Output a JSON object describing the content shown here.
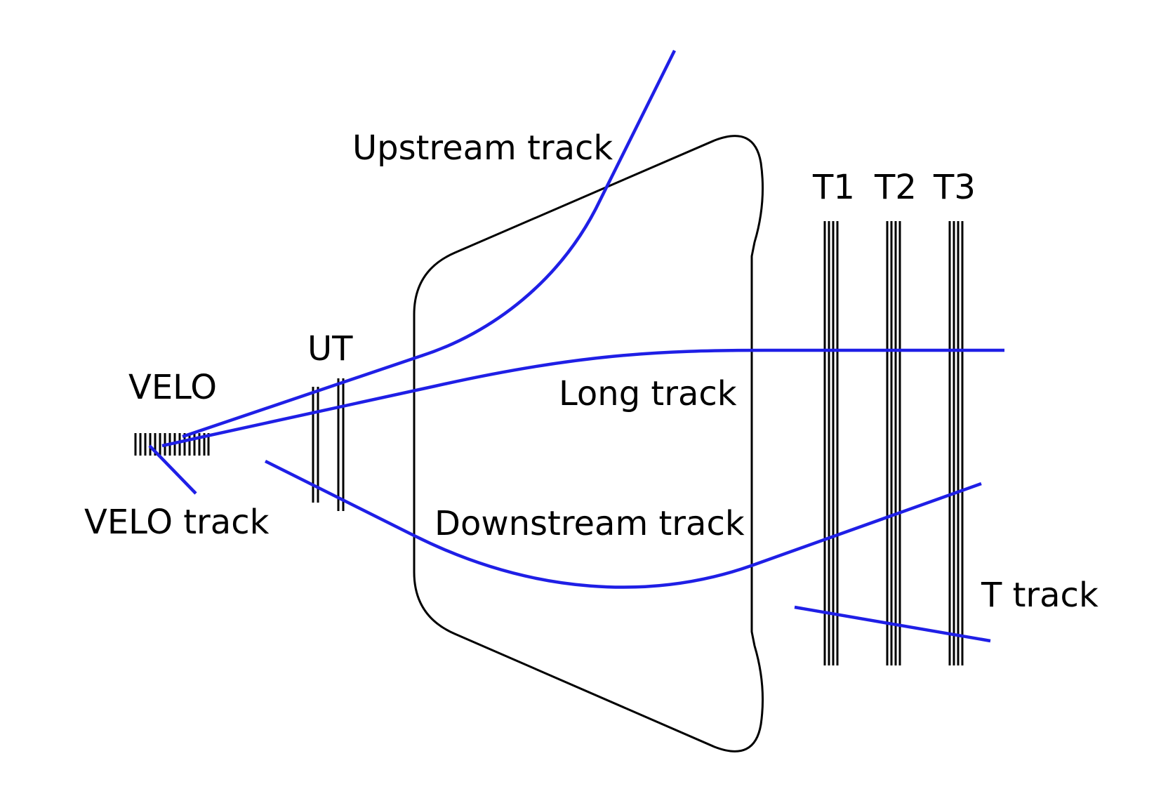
{
  "labels": {
    "velo": "VELO",
    "velo_track": "VELO track",
    "ut": "UT",
    "upstream_track": "Upstream track",
    "long_track": "Long track",
    "downstream_track": "Downstream track",
    "t1": "T1",
    "t2": "T2",
    "t3": "T3",
    "t_track": "T track"
  },
  "colors": {
    "track": "#1f1fe6",
    "detector": "#000000",
    "background": "#ffffff"
  }
}
